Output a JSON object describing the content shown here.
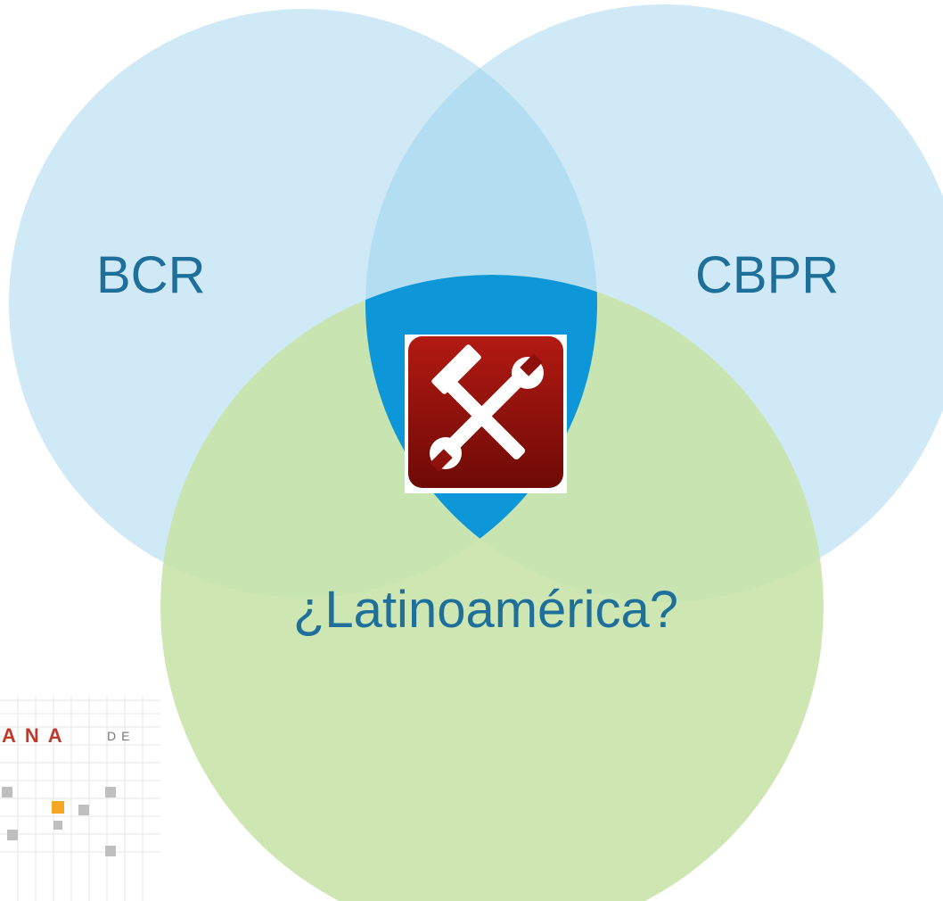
{
  "diagram": {
    "type": "venn",
    "sets": [
      {
        "id": "bcr",
        "label": "BCR",
        "color": "#cfe9f6"
      },
      {
        "id": "cbpr",
        "label": "CBPR",
        "color": "#cfe9f6"
      },
      {
        "id": "latam",
        "label": "¿Latinoamérica?",
        "color": "#c7e4a7"
      }
    ],
    "overlap_color_top": "#b3def1",
    "center_color": "#0e97d8",
    "center_icon": "hammer-wrench-icon",
    "text_color": "#1f6f9b"
  },
  "logo": {
    "text_left": "ANA",
    "text_right": "DE",
    "accent_color": "#f5a623"
  }
}
